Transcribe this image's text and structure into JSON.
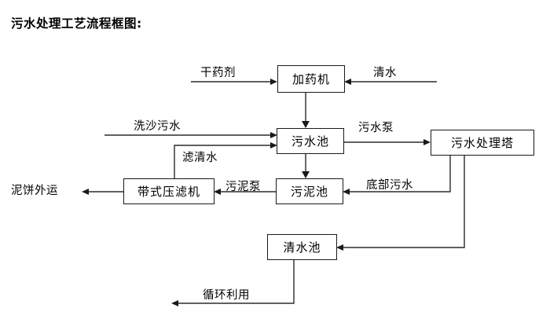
{
  "title": "污水处理工艺流程框图:",
  "nodes": [
    {
      "id": "dosing-machine",
      "label": "加药机"
    },
    {
      "id": "wastewater-pool",
      "label": "污水池"
    },
    {
      "id": "treatment-tower",
      "label": "污水处理塔"
    },
    {
      "id": "belt-filter-press",
      "label": "带式压滤机"
    },
    {
      "id": "sludge-pool",
      "label": "污泥池"
    },
    {
      "id": "clean-water-pool",
      "label": "清水池"
    }
  ],
  "edge_labels": [
    {
      "id": "dry-chemical",
      "label": "干药剂"
    },
    {
      "id": "clean-water-input",
      "label": "清水"
    },
    {
      "id": "sand-washing-wastewater",
      "label": "洗沙污水"
    },
    {
      "id": "filtered-clear-water",
      "label": "滤清水"
    },
    {
      "id": "wastewater-pump",
      "label": "污水泵"
    },
    {
      "id": "mud-cake-transport",
      "label": "泥饼外运"
    },
    {
      "id": "sludge-pump",
      "label": "污泥泵"
    },
    {
      "id": "bottom-wastewater",
      "label": "底部污水"
    },
    {
      "id": "recycling-reuse",
      "label": "循环利用"
    }
  ],
  "colors": {
    "background": "#ffffff",
    "stroke": "#2b2b2b",
    "text": "#000000",
    "node_border": "#1a1a1a"
  }
}
